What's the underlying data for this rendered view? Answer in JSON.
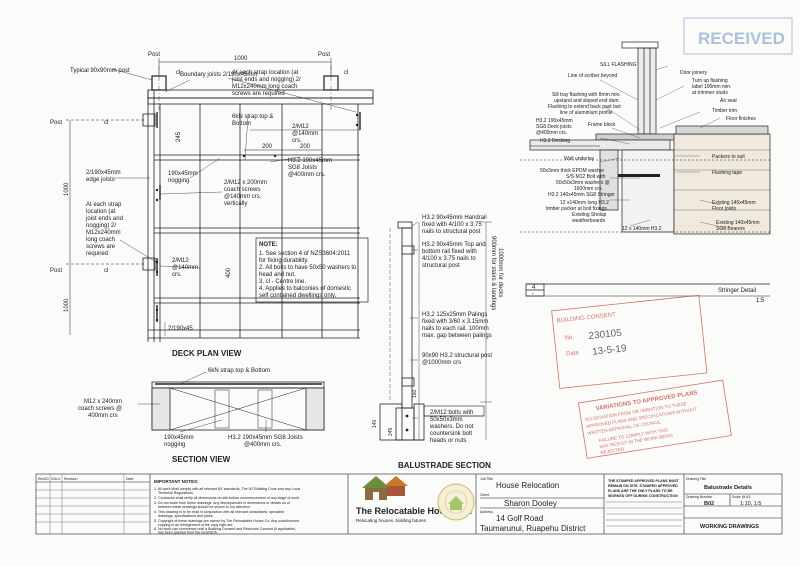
{
  "deck_plan": {
    "post_top_left": "Post",
    "post_top_right": "Post",
    "dim_top": "1000",
    "typical_post": "Typical 90x90mm post",
    "cl_top_left": "cl",
    "cl_top_right": "cl",
    "boundary_joists": "Boundary joists 2/190x45mm",
    "strap_note_1": "At each strap location (at",
    "strap_note_2": "joist ends and nogging) 2/",
    "strap_note_3": "M12x240mm long coach",
    "strap_note_4": "screws are required",
    "strap_kn": "6kN strap top &",
    "strap_kn_2": "Bottom",
    "m12_1": "2/M12",
    "m12_2": "@140mm",
    "m12_3": "crs.",
    "dim_200_a": "200",
    "dim_200_b": "200",
    "dim_245": "245",
    "sg8_1": "H3.2 190x45mm",
    "sg8_2": "SG8 Joists",
    "sg8_3": "@400mm crs.",
    "post_left": "Post",
    "cl_left": "cl",
    "edge_1": "2/190x45mm",
    "edge_2": "edge joists",
    "nog_1": "190x45mm",
    "nog_2": "nogging",
    "dim_1000_v": "1000",
    "coach_1": "2/M12 x 200mm",
    "coach_2": "coach screws",
    "coach_3": "@140mm crs.",
    "coach_4": "vertically",
    "each_1": "At each strap",
    "each_2": "location (at",
    "each_3": "joist ends and",
    "each_4": "nogging) 2/",
    "each_5": "M12x240mm",
    "each_6": "long coach",
    "each_7": "screws are",
    "each_8": "required",
    "m12b_1": "2/M12",
    "m12b_2": "@140mm",
    "m12b_3": "crs.",
    "dim_400": "400",
    "post_left_2": "Post",
    "cl_left_2": "cl",
    "dim_1000_v2": "1000",
    "bottom_joist": "2/190x45",
    "title": "DECK PLAN VIEW"
  },
  "notes": {
    "heading": "NOTE:",
    "l1": "1. See section 4 of NZS3604:2011",
    "l2": "for fixing durability.",
    "l3": "2. All bolts to have 50x50 washers to",
    "l4": "head and nut.",
    "l5": "3. cl - Centre line.",
    "l6": "4. Applies to balconies of domestic",
    "l7": "self contained dwellings only."
  },
  "section_view": {
    "strap": "6kN strap top & Bottom",
    "coach_1": "M12 x 240mm",
    "coach_2": "coach screws @",
    "coach_3": "400mm crs",
    "nog_1": "190x45mm",
    "nog_2": "nogging",
    "sg8_1": "H3.2 190x45mm SG8 Joists",
    "sg8_2": "@400mm crs.",
    "title": "SECTION VIEW"
  },
  "balustrade": {
    "handrail_1": "H3.2 90x45mm Handrail",
    "handrail_2": "fixed with 4/100 x 3.75",
    "handrail_3": "nails to structural post",
    "rail_1": "H3.2 90x45mm Top and",
    "rail_2": "bottom rail fixed  with",
    "rail_3": "4/100 x 3.75 nails to",
    "rail_4": "structural post",
    "vert_dim": "900mm for stairs & landings",
    "vert_dim_2": "1000mm for decks",
    "pal_1": "H3.2 125x25mm  Palings",
    "pal_2": "fixed with 3/60 x 3.15mm",
    "pal_3": "nails to each rail. 100mm",
    "pal_4": "max. gap between palings",
    "post_1": "90x90 H3.2 structural post",
    "post_2": "@1000mm crs",
    "dim_150": "150",
    "dim_140": "140",
    "dim_245": "245",
    "bolt_1": "2/M12 bolts with",
    "bolt_2": "50x50x3mm",
    "bolt_3": "washers. Do not",
    "bolt_4": "countersink bolt",
    "bolt_5": "heads or nuts",
    "title": "BALUSTRADE SECTION"
  },
  "stringer": {
    "sill": "SILL FLASHING",
    "scriber": "Line of scriber beyond",
    "door": "Door joinery",
    "turnup_1": "Turn up flashing",
    "turnup_2": "label 100mm min.",
    "turnup_3": "at trimmer studs",
    "air": "Air seal",
    "sill_tray_1": "Sill tray flashing with 8mm min.",
    "sill_tray_2": "upstand and sloped end dam.",
    "sill_tray_3": "Flashing to extend back past last",
    "sill_tray_4": "line of aluminium profile",
    "timber": "Timber trim",
    "floor": "Floor finishes",
    "frame": "Frame block",
    "h32_1": "H3.2 190x45mm",
    "h32_2": "SG8 Deck joists",
    "h32_3": "@400mm crs.",
    "decking": "H3.2 Decking",
    "wall": "Wall underlay",
    "packers": "Packers to suit",
    "epdm_1": "50x3mm thick EPDM washer",
    "epdm_2": "S/S M12 Bolt with",
    "epdm_3": "50x50x3mm washers @",
    "epdm_4": "1600mm crs.",
    "flashing": "Flashing tape",
    "stringer_1": "H3.2 140x45mm SG8 Stringer",
    "existing_1": "Existing 140x45mm",
    "existing_2": "Floor joists",
    "mm_1": "12 x140mm long H3.2",
    "mm_2": "timber packer at bolt fixings",
    "shotap_1": "Existing Sholap",
    "shotap_2": "weatherboards",
    "mm_bottom": "12 x 140mm H3.2",
    "existing_b": "Existing 140x45mm",
    "existing_b2": "SG8 Bearers",
    "ref_num": "4",
    "ref_sheet": "-",
    "title": "Stringer Detail",
    "scale": "1:5"
  },
  "stamps": {
    "received": "RECEIVED",
    "approved": "BUILDING CONSENT",
    "no": "No.",
    "no_val": "230105",
    "date": "Date",
    "date_val": "13-5-19",
    "variations_title": "VARIATIONS TO APPROVED PLANS",
    "var_1": "NO DEVIATION FROM OR VARIATION TO THESE",
    "var_2": "APPROVED PLANS AND SPECIFICATIONS WITHOUT",
    "var_3": "WRITTEN APPROVAL OF COUNCIL",
    "failure_1": "FAILURE TO COMPLY WITH THIS",
    "failure_2": "MAY RESULT IN THE WORK BEING",
    "failure_3": "REJECTED"
  },
  "title_block": {
    "rev_col": "Rev/ID",
    "chkd_col": "Chk'd",
    "revision_col": "Revision",
    "date_col": "Date",
    "important": "IMPORTANT NOTES:",
    "n1": "1. All work shall comply with all relevant NZ standards, The NZ Building Code and any Local",
    "n1b": "Territorial Regulations.",
    "n2": "2. Contractor shall verify all dimensions on site before commencement of any stage of work.",
    "n3": "3. Do not scale from these drawings. Any discrepancies in dimensions or details on or",
    "n3b": "between these drawings should be shown to our attention.",
    "n4": "4. This drawing is to be read in conjunction with all relevant consultants, specialist",
    "n4b": "drawings, specifications and plans.",
    "n5": "5. Copyright of these drawings are owned by The Relocatable House Co. Any unauthorised",
    "n5b": "copying is an infringement of the copy right act.",
    "n6": "6. No work can commence until a Building Consent and Resource Consent (if applicable)",
    "n6b": "has been granted from the local BCA.",
    "company": "The Relocatable House Co.",
    "tagline": "Relocating houses, building futures",
    "job_title_label": "Job Title",
    "job_title": "House Relocation",
    "client_label": "Client",
    "client": "Sharon Dooley",
    "address_label": "Address",
    "address_1": "14 Golf Road",
    "address_2": "Taumarunui, Ruapehu District",
    "drawing_title_label": "Drawing Title",
    "drawing_title": "Balustrade Details",
    "drawing_no_label": "Drawing Number",
    "drawing_no": "B02",
    "scale_label": "Scale @ A3",
    "scale": "1:10, 1:5",
    "sheet_type": "WORKING DRAWINGS",
    "stamp_1": "THE STAMPED APPROVED PLANS MUST",
    "stamp_2": "REMAIN ON SITE. STAMPED APPROVED",
    "stamp_3": "PLANS ARE THE ONLY PLANS TO BE",
    "stamp_4": "WORKED OFF DURING CONSTRUCTION"
  }
}
